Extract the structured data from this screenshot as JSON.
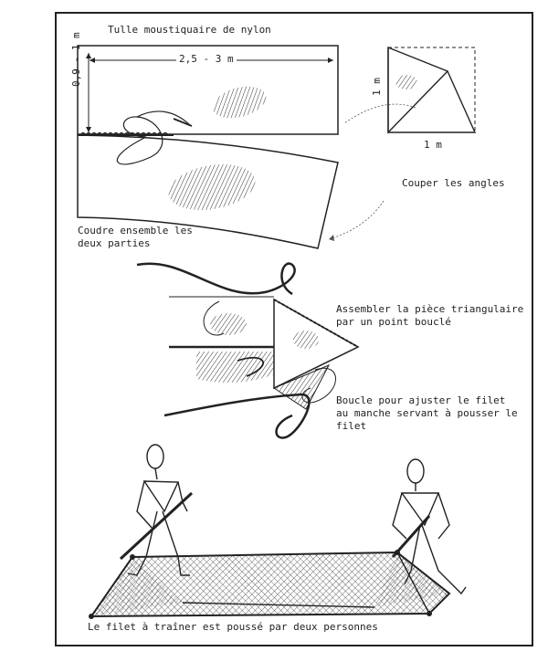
{
  "title": "Tulle moustiquaire de nylon",
  "dim_length": "2,5 - 3 m",
  "dim_width": "0,9 - 1 m",
  "square_side_v": "1 m",
  "square_side_h": "1 m",
  "cut_corners": "Couper les angles",
  "sew_together_1": "Coudre ensemble les",
  "sew_together_2": "deux parties",
  "assemble_1": "Assembler la pièce triangulaire",
  "assemble_2": "par un point bouclé",
  "loop_1": "Boucle pour ajuster le filet",
  "loop_2": "au manche servant à pousser le",
  "loop_3": "filet",
  "caption": "Le filet à traîner est poussé par deux personnes"
}
